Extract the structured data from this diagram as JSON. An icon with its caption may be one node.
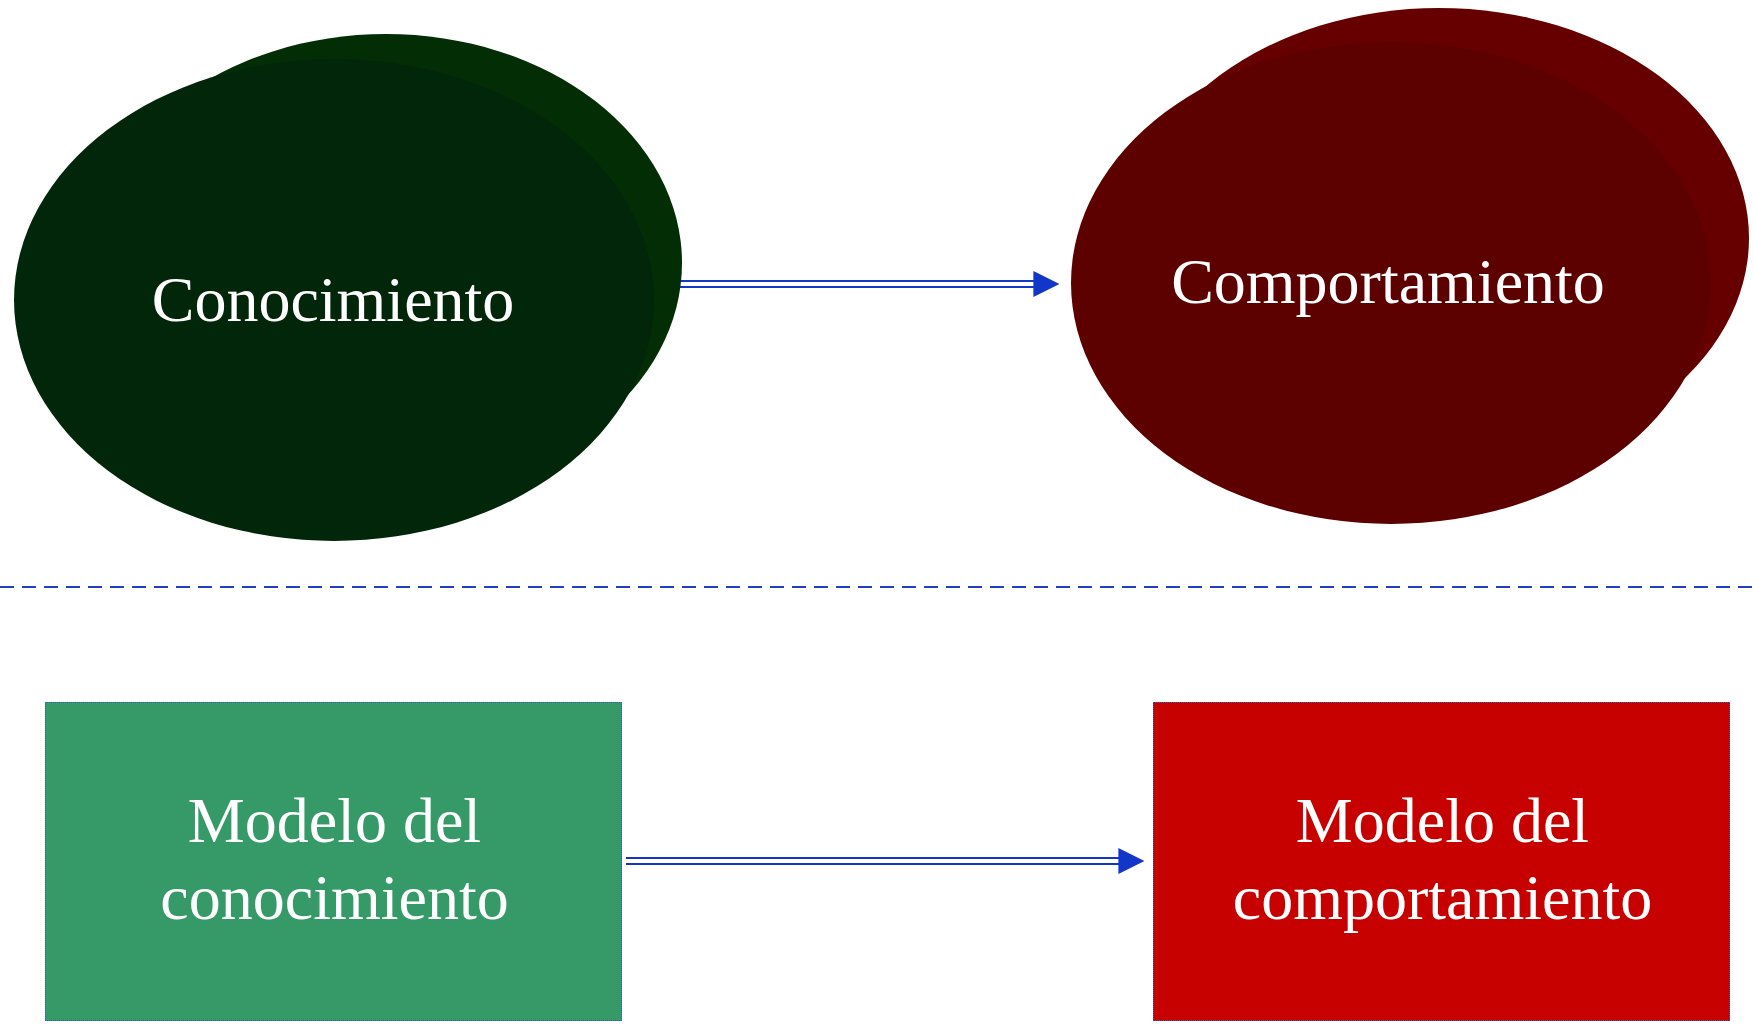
{
  "diagram": {
    "nodes": [
      {
        "text": [
          "Conocimiento"
        ]
      },
      {
        "text": [
          "Comportamiento"
        ]
      },
      {
        "text": [
          "Modelo del conocimiento"
        ]
      },
      {
        "text": [
          "Modelo del comportamiento"
        ]
      }
    ],
    "edges": [
      {
        "from": 0,
        "to": 1,
        "arrow": "to"
      },
      {
        "from": 2,
        "to": 3,
        "arrow": "to"
      }
    ]
  }
}
